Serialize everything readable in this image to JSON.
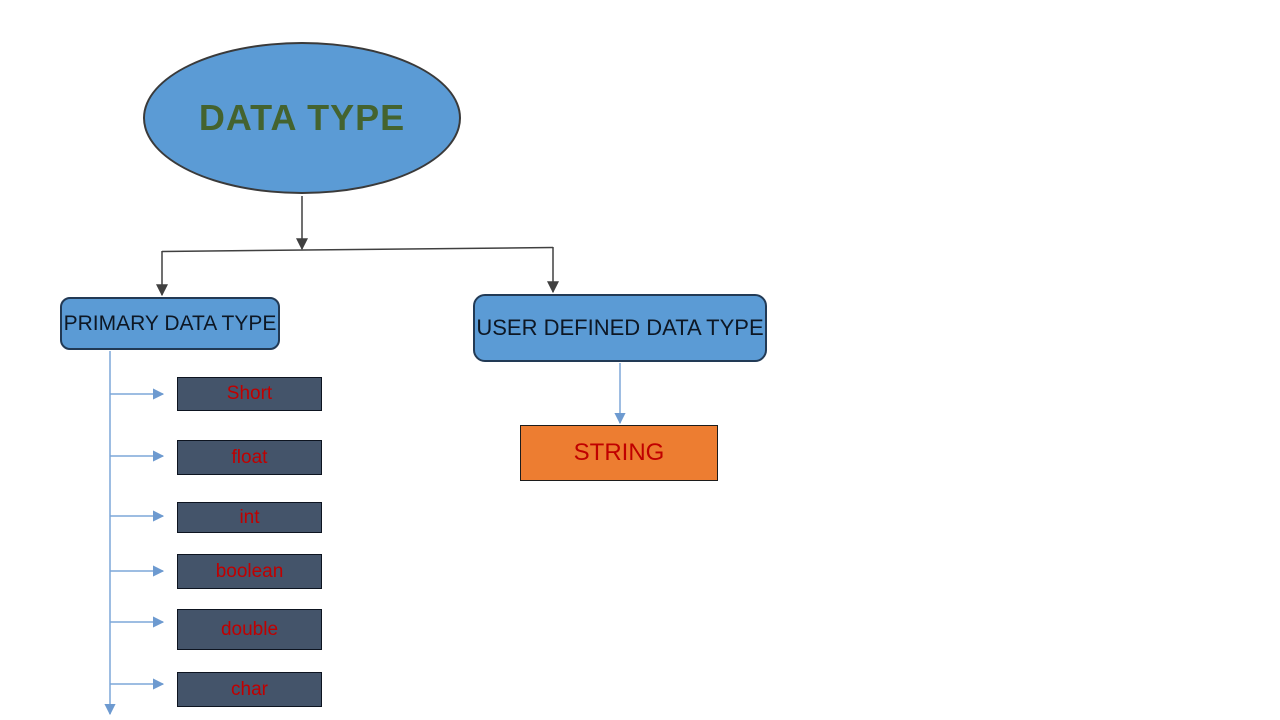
{
  "diagram": {
    "root": {
      "label": "DATA TYPE",
      "shape": "ellipse"
    },
    "branches": [
      {
        "label": "PRIMARY DATA TYPE",
        "types": [
          "Short",
          "float",
          "int",
          "boolean",
          "double",
          "char"
        ]
      },
      {
        "label": "USER DEFINED DATA TYPE",
        "types": [
          "STRING"
        ]
      }
    ],
    "colors": {
      "node_blue": "#5b9bd5",
      "type_box_slate": "#44546a",
      "string_box_orange": "#ed7d31",
      "type_text_red": "#c00000",
      "root_text_green": "#44632f",
      "connector_black": "#404040",
      "connector_blue": "#7da7d9"
    }
  }
}
